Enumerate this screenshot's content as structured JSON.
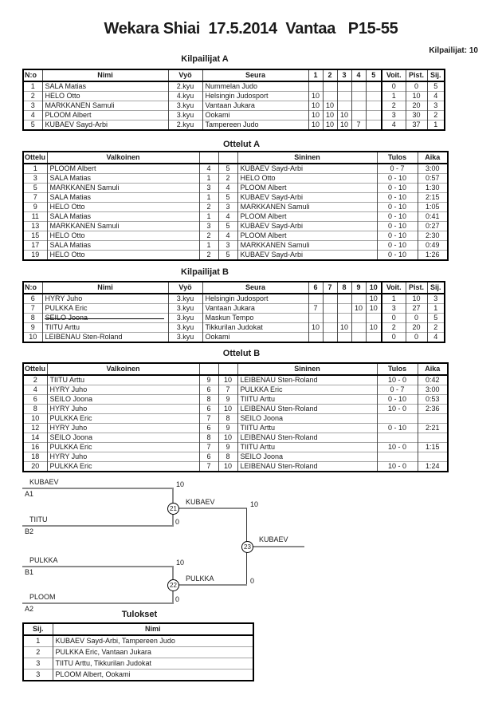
{
  "page": {
    "title": "Wekara Shiai  17.5.2014  Vantaa   P15-55",
    "kilpailijat_count": "Kilpailijat: 10"
  },
  "pool_a": {
    "heading": "Kilpailijat A",
    "headers": [
      "N:o",
      "Nimi",
      "Vyö",
      "Seura",
      "1",
      "2",
      "3",
      "4",
      "5",
      "Voit.",
      "Pist.",
      "Sij."
    ],
    "rows": [
      {
        "no": "1",
        "nimi": "SALA Matias",
        "vyo": "2.kyu",
        "seura": "Nummelan Judo",
        "s1": "",
        "s2": "",
        "s3": "",
        "s4": "",
        "s5": "",
        "voit": "0",
        "pist": "0",
        "sij": "5"
      },
      {
        "no": "2",
        "nimi": "HELO Otto",
        "vyo": "4.kyu",
        "seura": "Helsingin Judosport",
        "s1": "10",
        "s2": "",
        "s3": "",
        "s4": "",
        "s5": "",
        "voit": "1",
        "pist": "10",
        "sij": "4"
      },
      {
        "no": "3",
        "nimi": "MARKKANEN Samuli",
        "vyo": "3.kyu",
        "seura": "Vantaan Jukara",
        "s1": "10",
        "s2": "10",
        "s3": "",
        "s4": "",
        "s5": "",
        "voit": "2",
        "pist": "20",
        "sij": "3"
      },
      {
        "no": "4",
        "nimi": "PLOOM Albert",
        "vyo": "3.kyu",
        "seura": "Ookami",
        "s1": "10",
        "s2": "10",
        "s3": "10",
        "s4": "",
        "s5": "",
        "voit": "3",
        "pist": "30",
        "sij": "2"
      },
      {
        "no": "5",
        "nimi": "KUBAEV Sayd-Arbi",
        "vyo": "2.kyu",
        "seura": "Tampereen Judo",
        "s1": "10",
        "s2": "10",
        "s3": "10",
        "s4": "7",
        "s5": "",
        "voit": "4",
        "pist": "37",
        "sij": "1"
      }
    ]
  },
  "matches_a": {
    "heading": "Ottelut A",
    "headers": [
      "Ottelu",
      "Valkoinen",
      "",
      "",
      "Sininen",
      "Tulos",
      "Aika"
    ],
    "rows": [
      {
        "ottelu": "1",
        "valkoinen": "PLOOM Albert",
        "vno": "4",
        "sno": "5",
        "sininen": "KUBAEV Sayd-Arbi",
        "tulos": "0 - 7",
        "aika": "3:00"
      },
      {
        "ottelu": "3",
        "valkoinen": "SALA Matias",
        "vno": "1",
        "sno": "2",
        "sininen": "HELO Otto",
        "tulos": "0 - 10",
        "aika": "0:57"
      },
      {
        "ottelu": "5",
        "valkoinen": "MARKKANEN Samuli",
        "vno": "3",
        "sno": "4",
        "sininen": "PLOOM Albert",
        "tulos": "0 - 10",
        "aika": "1:30"
      },
      {
        "ottelu": "7",
        "valkoinen": "SALA Matias",
        "vno": "1",
        "sno": "5",
        "sininen": "KUBAEV Sayd-Arbi",
        "tulos": "0 - 10",
        "aika": "2:15"
      },
      {
        "ottelu": "9",
        "valkoinen": "HELO Otto",
        "vno": "2",
        "sno": "3",
        "sininen": "MARKKANEN Samuli",
        "tulos": "0 - 10",
        "aika": "1:05"
      },
      {
        "ottelu": "11",
        "valkoinen": "SALA Matias",
        "vno": "1",
        "sno": "4",
        "sininen": "PLOOM Albert",
        "tulos": "0 - 10",
        "aika": "0:41"
      },
      {
        "ottelu": "13",
        "valkoinen": "MARKKANEN Samuli",
        "vno": "3",
        "sno": "5",
        "sininen": "KUBAEV Sayd-Arbi",
        "tulos": "0 - 10",
        "aika": "0:27"
      },
      {
        "ottelu": "15",
        "valkoinen": "HELO Otto",
        "vno": "2",
        "sno": "4",
        "sininen": "PLOOM Albert",
        "tulos": "0 - 10",
        "aika": "2:30"
      },
      {
        "ottelu": "17",
        "valkoinen": "SALA Matias",
        "vno": "1",
        "sno": "3",
        "sininen": "MARKKANEN Samuli",
        "tulos": "0 - 10",
        "aika": "0:49"
      },
      {
        "ottelu": "19",
        "valkoinen": "HELO Otto",
        "vno": "2",
        "sno": "5",
        "sininen": "KUBAEV Sayd-Arbi",
        "tulos": "0 - 10",
        "aika": "1:26"
      }
    ]
  },
  "pool_b": {
    "heading": "Kilpailijat B",
    "headers": [
      "N:o",
      "Nimi",
      "Vyö",
      "Seura",
      "6",
      "7",
      "8",
      "9",
      "10",
      "Voit.",
      "Pist.",
      "Sij."
    ],
    "rows": [
      {
        "no": "6",
        "nimi": "HYRY Juho",
        "vyo": "3.kyu",
        "seura": "Helsingin Judosport",
        "s1": "",
        "s2": "",
        "s3": "",
        "s4": "",
        "s5": "10",
        "voit": "1",
        "pist": "10",
        "sij": "3"
      },
      {
        "no": "7",
        "nimi": "PULKKA Eric",
        "vyo": "3.kyu",
        "seura": "Vantaan Jukara",
        "s1": "7",
        "s2": "",
        "s3": "",
        "s4": "10",
        "s5": "10",
        "voit": "3",
        "pist": "27",
        "sij": "1"
      },
      {
        "no": "8",
        "nimi": "SEILO Joona",
        "vyo": "3.kyu",
        "seura": "Maskun Tempo",
        "s1": "",
        "s2": "",
        "s3": "",
        "s4": "",
        "s5": "",
        "voit": "0",
        "pist": "0",
        "sij": "5",
        "struck": true
      },
      {
        "no": "9",
        "nimi": "TIITU Arttu",
        "vyo": "3.kyu",
        "seura": "Tikkurilan Judokat",
        "s1": "10",
        "s2": "",
        "s3": "10",
        "s4": "",
        "s5": "10",
        "voit": "2",
        "pist": "20",
        "sij": "2"
      },
      {
        "no": "10",
        "nimi": "LEIBENAU Sten-Roland",
        "vyo": "3.kyu",
        "seura": "Ookami",
        "s1": "",
        "s2": "",
        "s3": "",
        "s4": "",
        "s5": "",
        "voit": "0",
        "pist": "0",
        "sij": "4"
      }
    ]
  },
  "matches_b": {
    "heading": "Ottelut B",
    "headers": [
      "Ottelu",
      "Valkoinen",
      "",
      "",
      "Sininen",
      "Tulos",
      "Aika"
    ],
    "rows": [
      {
        "ottelu": "2",
        "valkoinen": "TIITU Arttu",
        "vno": "9",
        "sno": "10",
        "sininen": "LEIBENAU Sten-Roland",
        "tulos": "10 - 0",
        "aika": "0:42"
      },
      {
        "ottelu": "4",
        "valkoinen": "HYRY Juho",
        "vno": "6",
        "sno": "7",
        "sininen": "PULKKA Eric",
        "tulos": "0 - 7",
        "aika": "3:00"
      },
      {
        "ottelu": "6",
        "valkoinen": "SEILO Joona",
        "vno": "8",
        "sno": "9",
        "sininen": "TIITU Arttu",
        "tulos": "0 - 10",
        "aika": "0:53"
      },
      {
        "ottelu": "8",
        "valkoinen": "HYRY Juho",
        "vno": "6",
        "sno": "10",
        "sininen": "LEIBENAU Sten-Roland",
        "tulos": "10 - 0",
        "aika": "2:36"
      },
      {
        "ottelu": "10",
        "valkoinen": "PULKKA Eric",
        "vno": "7",
        "sno": "8",
        "sininen": "SEILO Joona",
        "tulos": "",
        "aika": ""
      },
      {
        "ottelu": "12",
        "valkoinen": "HYRY Juho",
        "vno": "6",
        "sno": "9",
        "sininen": "TIITU Arttu",
        "tulos": "0 - 10",
        "aika": "2:21"
      },
      {
        "ottelu": "14",
        "valkoinen": "SEILO Joona",
        "vno": "8",
        "sno": "10",
        "sininen": "LEIBENAU Sten-Roland",
        "tulos": "",
        "aika": ""
      },
      {
        "ottelu": "16",
        "valkoinen": "PULKKA Eric",
        "vno": "7",
        "sno": "9",
        "sininen": "TIITU Arttu",
        "tulos": "10 - 0",
        "aika": "1:15"
      },
      {
        "ottelu": "18",
        "valkoinen": "HYRY Juho",
        "vno": "6",
        "sno": "8",
        "sininen": "SEILO Joona",
        "tulos": "",
        "aika": ""
      },
      {
        "ottelu": "20",
        "valkoinen": "PULKKA Eric",
        "vno": "7",
        "sno": "10",
        "sininen": "LEIBENAU Sten-Roland",
        "tulos": "10 - 0",
        "aika": "1:24"
      }
    ]
  },
  "bracket": {
    "sf_top": {
      "match_no": "21",
      "p1": {
        "name": "KUBAEV",
        "seed": "A1",
        "score": "10"
      },
      "p2": {
        "name": "TIITU",
        "seed": "B2",
        "score": "0"
      },
      "winner": {
        "name": "KUBAEV",
        "score": "10"
      }
    },
    "sf_bottom": {
      "match_no": "22",
      "p1": {
        "name": "PULKKA",
        "seed": "B1",
        "score": "10"
      },
      "p2": {
        "name": "PLOOM",
        "seed": "A2",
        "score": "0"
      },
      "winner": {
        "name": "PULKKA",
        "score": "0"
      }
    },
    "final": {
      "match_no": "23",
      "winner": {
        "name": "KUBAEV"
      }
    }
  },
  "results": {
    "heading": "Tulokset",
    "headers": [
      "Sij.",
      "Nimi"
    ],
    "rows": [
      {
        "sij": "1",
        "nimi": "KUBAEV Sayd-Arbi, Tampereen Judo"
      },
      {
        "sij": "2",
        "nimi": "PULKKA Eric, Vantaan Jukara"
      },
      {
        "sij": "3",
        "nimi": "TIITU Arttu, Tikkurilan Judokat"
      },
      {
        "sij": "3",
        "nimi": "PLOOM Albert, Ookami"
      }
    ]
  }
}
